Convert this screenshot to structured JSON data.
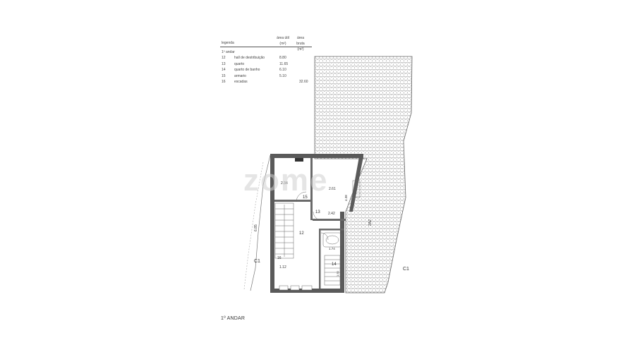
{
  "legend": {
    "header": {
      "label": "legenda",
      "col_util": "área útil (m²)",
      "col_bruta": "área bruta (m²)"
    },
    "floor": "1º andar",
    "rows": [
      {
        "n": "12",
        "name": "hall de destribuição",
        "util": "8.80",
        "bruta": ""
      },
      {
        "n": "13",
        "name": "quarto",
        "util": "11.65",
        "bruta": ""
      },
      {
        "n": "14",
        "name": "quarto de banho",
        "util": "6.10",
        "bruta": ""
      },
      {
        "n": "15",
        "name": "armario",
        "util": "5.10",
        "bruta": ""
      },
      {
        "n": "16",
        "name": "escadas",
        "util": "",
        "bruta": "32.60"
      }
    ]
  },
  "title": "1º ANDAR",
  "plan": {
    "room_labels": [
      "12",
      "13",
      "14",
      "15",
      "16"
    ],
    "dimensions": [
      "2.34",
      "2.61",
      "2.42",
      "4.38",
      "1.12",
      "1.74",
      "6.85",
      "1.50"
    ],
    "section_marks": [
      "C1",
      "C1"
    ],
    "roof_label": "2A2"
  },
  "watermark": "zome",
  "colors": {
    "wall": "#555555",
    "roof_hatch": "#9a9a9a",
    "line": "#444444",
    "watermark": "#cfcfcf"
  }
}
